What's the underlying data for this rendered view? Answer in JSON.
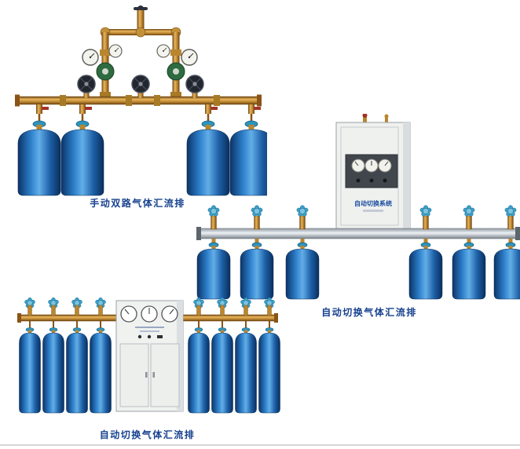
{
  "page": {
    "background_color": "#ffffff",
    "bottom_rule_color": "#d6d6d6"
  },
  "colors": {
    "caption_text": "#16418f",
    "cylinder_blue": "#2d7fca",
    "brass_pipe": "#c08a34",
    "silver_pipe": "#c9d0d6",
    "cabinet_body": "#eff1ef",
    "handwheel_teal": "#3aa0cb",
    "regulator_green": "#2f6b40"
  },
  "products": [
    {
      "id": "manual-dual-gas-manifold",
      "caption": "手动双路气体汇流排",
      "cylinders": 4,
      "features": [
        "brass header pipe",
        "two regulator stations with pressure gauges",
        "three dark handwheel valves"
      ]
    },
    {
      "id": "auto-switch-gas-manifold-wall-cabinet",
      "caption": "自动切换气体汇流排",
      "cabinet_label": "自动切换系统",
      "cylinders": 6,
      "features": [
        "wall-mounted control cabinet with three gauges",
        "aluminium manifold pipe",
        "teal cylinder valves"
      ]
    },
    {
      "id": "auto-switch-gas-manifold-floor-cabinet",
      "caption": "自动切换气体汇流排",
      "cylinders": 8,
      "features": [
        "floor-standing cabinet with three gauges and double doors",
        "brass header pipe",
        "teal cylinder valves"
      ]
    }
  ]
}
